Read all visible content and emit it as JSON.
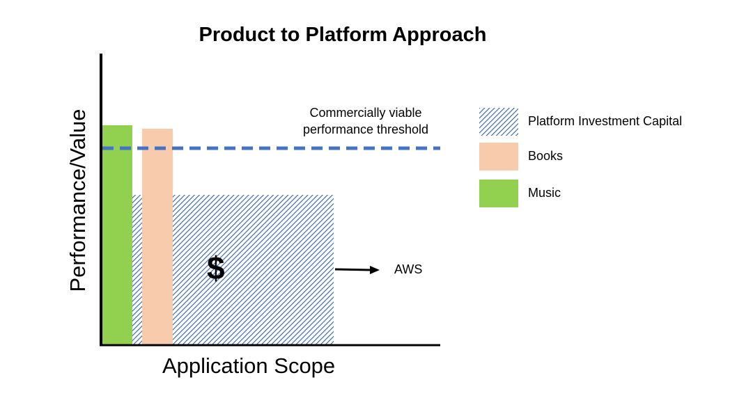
{
  "title": "Product  to Platform Approach",
  "y_axis_label": "Performance/Value",
  "x_axis_label": "Application Scope",
  "threshold": {
    "label_line1": "Commercially viable",
    "label_line2": "performance threshold",
    "style": "dashed",
    "color": "#4472C4"
  },
  "platform_area": {
    "symbol": "$",
    "pattern": "diagonal-hatch",
    "color": "#2E5FA8"
  },
  "arrow_label": "AWS",
  "legend": {
    "items": [
      {
        "label": "Platform Investment Capital",
        "swatch": "hatch",
        "color": "#2E5FA8"
      },
      {
        "label": "Books",
        "swatch": "solid",
        "color": "#F8CBAD"
      },
      {
        "label": "Music",
        "swatch": "solid",
        "color": "#92D050"
      }
    ]
  },
  "colors": {
    "music": "#92D050",
    "books": "#F8CBAD",
    "threshold": "#4472C4",
    "hatch": "#2E5FA8",
    "axis": "#000000"
  }
}
